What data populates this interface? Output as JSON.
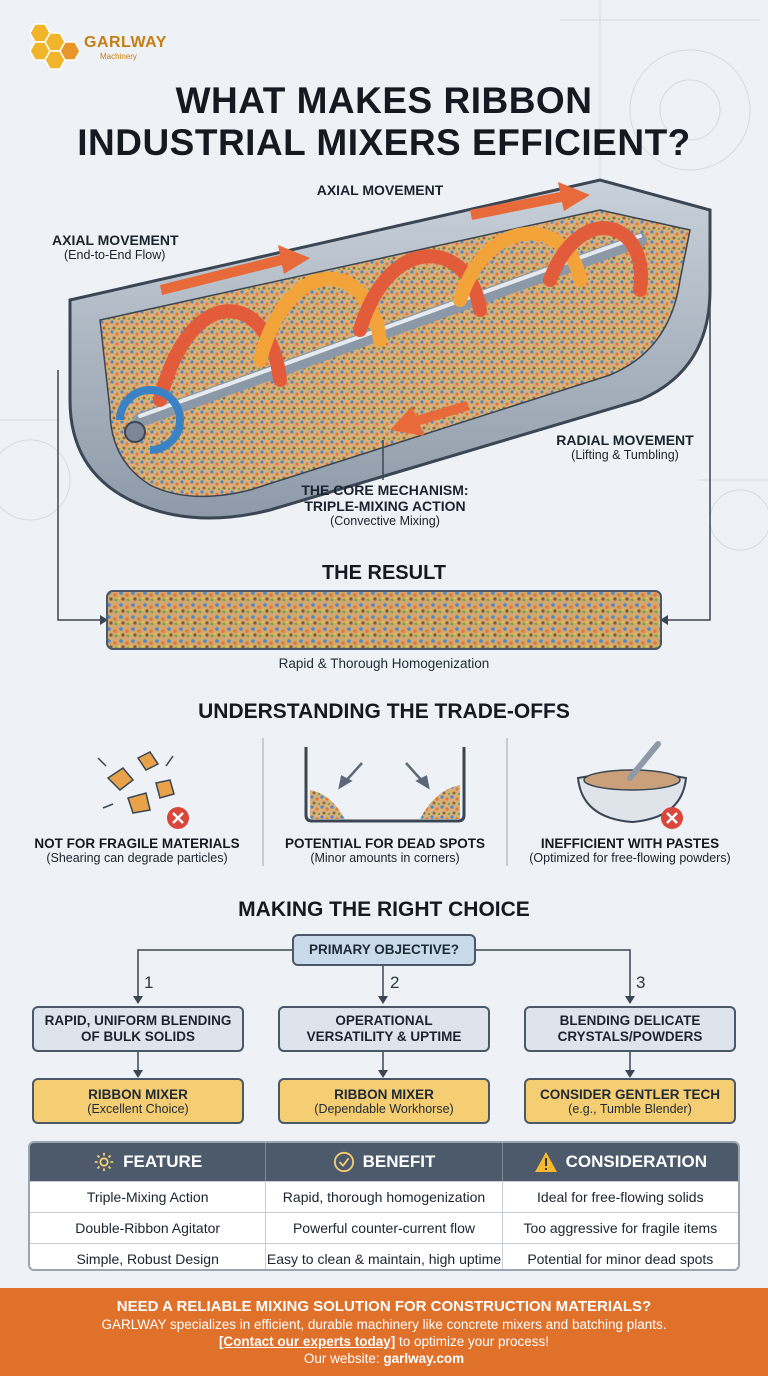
{
  "logo": {
    "name": "GARLWAY",
    "sub": "Machinery"
  },
  "title": {
    "line1": "WHAT MAKES RIBBON",
    "line2": "INDUSTRIAL MIXERS EFFICIENT?"
  },
  "diagram": {
    "axial_top": "AXIAL MOVEMENT",
    "axial_left": "AXIAL MOVEMENT",
    "axial_left_sub": "(End-to-End Flow)",
    "radial": "RADIAL MOVEMENT",
    "radial_sub": "(Lifting & Tumbling)",
    "core1": "THE CORE MECHANISM:",
    "core2": "TRIPLE-MIXING ACTION",
    "core_sub": "(Convective Mixing)"
  },
  "result": {
    "title": "THE RESULT",
    "caption": "Rapid & Thorough Homogenization"
  },
  "tradeoffs": {
    "title": "UNDERSTANDING THE TRADE-OFFS",
    "items": [
      {
        "title": "NOT FOR FRAGILE MATERIALS",
        "sub": "(Shearing can degrade particles)"
      },
      {
        "title": "POTENTIAL FOR DEAD SPOTS",
        "sub": "(Minor amounts in corners)"
      },
      {
        "title": "INEFFICIENT WITH PASTES",
        "sub": "(Optimized for free-flowing powders)"
      }
    ]
  },
  "choice": {
    "title": "MAKING THE RIGHT CHOICE",
    "objective": "PRIMARY OBJECTIVE?",
    "options": [
      {
        "num": "1",
        "l1": "RAPID, UNIFORM BLENDING",
        "l2": "OF BULK SOLIDS",
        "r_title": "RIBBON MIXER",
        "r_sub": "(Excellent Choice)"
      },
      {
        "num": "2",
        "l1": "OPERATIONAL",
        "l2": "VERSATILITY & UPTIME",
        "r_title": "RIBBON MIXER",
        "r_sub": "(Dependable Workhorse)"
      },
      {
        "num": "3",
        "l1": "BLENDING DELICATE",
        "l2": "CRYSTALS/POWDERS",
        "r_title": "CONSIDER GENTLER TECH",
        "r_sub": "(e.g., Tumble Blender)"
      }
    ]
  },
  "table": {
    "headers": [
      "FEATURE",
      "BENEFIT",
      "CONSIDERATION"
    ],
    "header_icons": [
      "gear-icon",
      "check-circle-icon",
      "warning-icon"
    ],
    "rows": [
      [
        "Triple-Mixing Action",
        "Rapid, thorough homogenization",
        "Ideal for free-flowing solids"
      ],
      [
        "Double-Ribbon Agitator",
        "Powerful counter-current flow",
        "Too aggressive for fragile items"
      ],
      [
        "Simple, Robust Design",
        "Easy to clean & maintain, high uptime",
        "Potential for minor dead spots"
      ]
    ]
  },
  "footer": {
    "line1": "NEED A RELIABLE MIXING SOLUTION FOR CONSTRUCTION MATERIALS?",
    "line2": "GARLWAY specializes in efficient, durable machinery like concrete mixers and batching plants.",
    "link": "[Contact our experts today]",
    "line3_rest": " to optimize your process!",
    "web_label": "Our website: ",
    "web_url": "garlway.com"
  },
  "colors": {
    "accent": "#f5cd72",
    "footer": "#e0712b",
    "header": "#4c5a6b",
    "arrow_orange": "#f2a43a",
    "arrow_red": "#e25b3a"
  }
}
